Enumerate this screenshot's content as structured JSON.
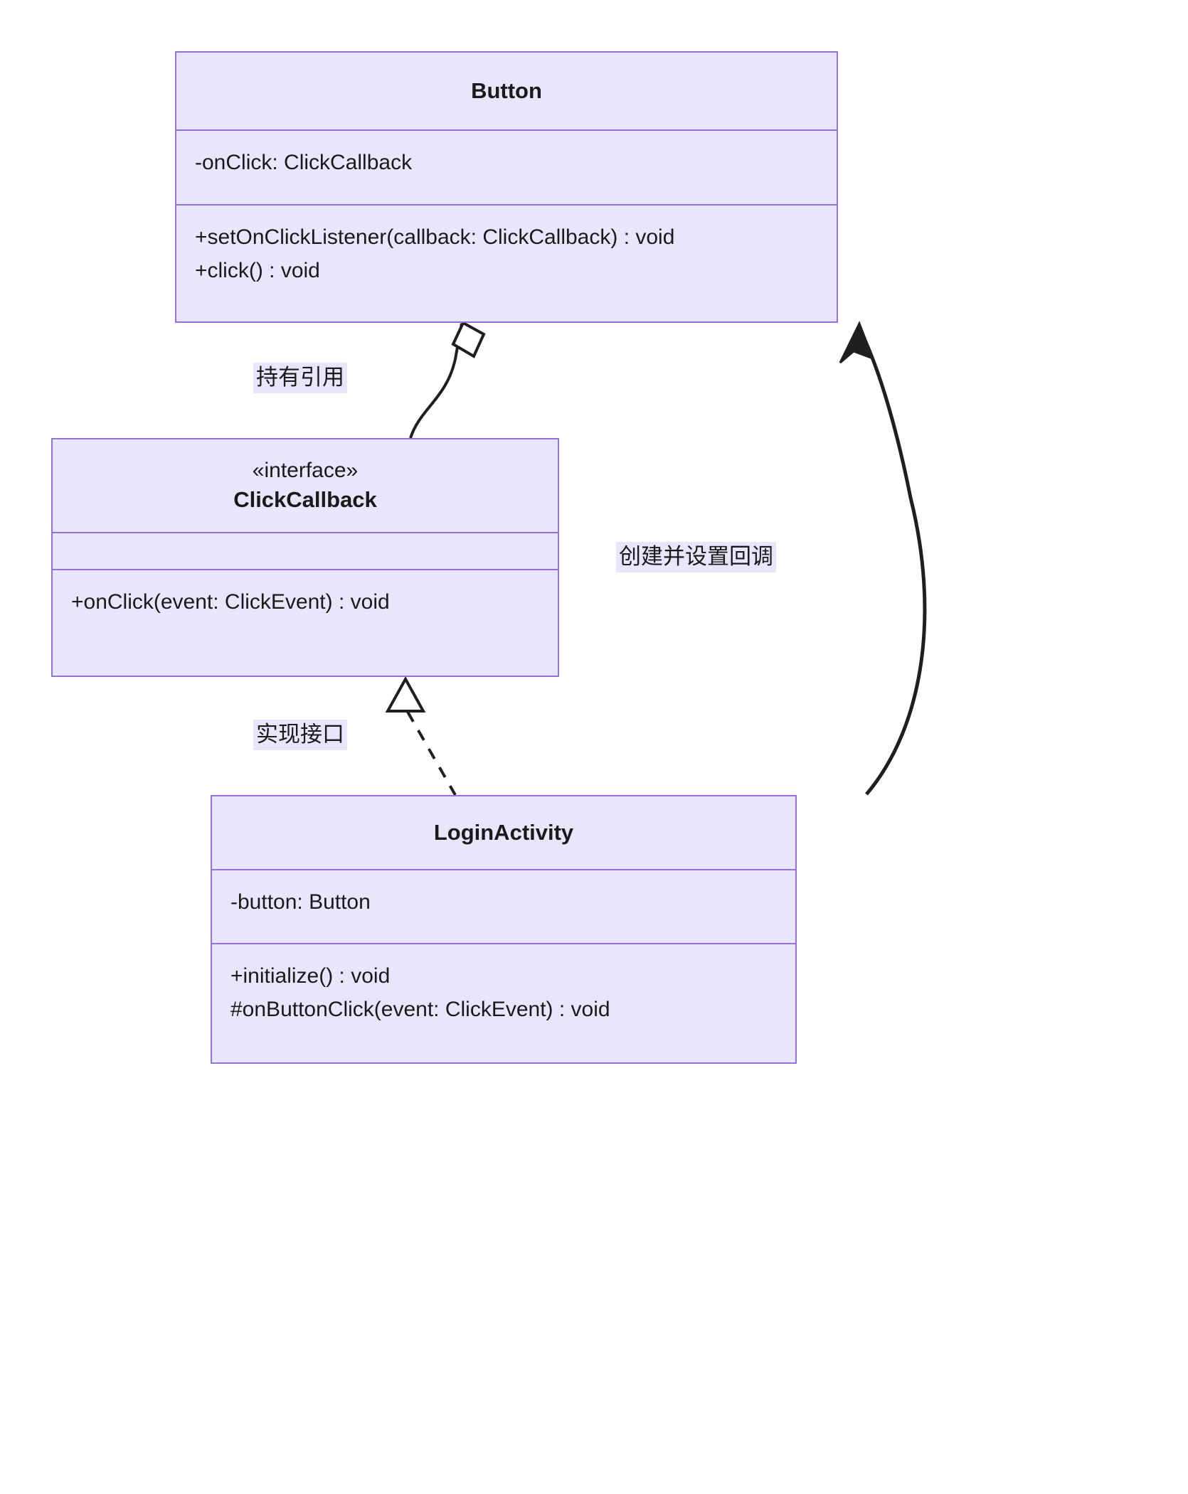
{
  "diagram": {
    "type": "uml-class-diagram",
    "colors": {
      "box_fill": "#E8E6FB",
      "box_border": "#9370DB",
      "line": "#1f1f1f",
      "text": "#1a1a1a"
    },
    "classes": [
      {
        "id": "Button",
        "name": "Button",
        "stereotype": "",
        "attributes": [
          "-onClick: ClickCallback"
        ],
        "methods": [
          "+setOnClickListener(callback: ClickCallback) : void",
          "+click() : void"
        ]
      },
      {
        "id": "ClickCallback",
        "name": "ClickCallback",
        "stereotype": "«interface»",
        "attributes": [],
        "methods": [
          "+onClick(event: ClickEvent) : void"
        ]
      },
      {
        "id": "LoginActivity",
        "name": "LoginActivity",
        "stereotype": "",
        "attributes": [
          "-button: Button"
        ],
        "methods": [
          "+initialize() : void",
          "#onButtonClick(event: ClickEvent) : void"
        ]
      }
    ],
    "relationships": [
      {
        "id": "holds-reference",
        "from": "Button",
        "to": "ClickCallback",
        "kind": "aggregation",
        "marker": "hollow-diamond",
        "line": "solid",
        "label": "持有引用"
      },
      {
        "id": "implements",
        "from": "LoginActivity",
        "to": "ClickCallback",
        "kind": "realization",
        "marker": "hollow-triangle",
        "line": "dashed",
        "label": "实现接口"
      },
      {
        "id": "create-and-set-callback",
        "from": "LoginActivity",
        "to": "Button",
        "kind": "association",
        "marker": "solid-arrow",
        "line": "solid",
        "label": "创建并设置回调"
      }
    ]
  }
}
